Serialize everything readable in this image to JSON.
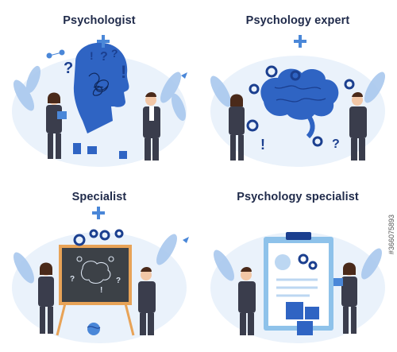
{
  "panels": [
    {
      "title": "Psychologist"
    },
    {
      "title": "Psychology expert"
    },
    {
      "title": "Specialist"
    },
    {
      "title": "Psychology specialist"
    }
  ],
  "stock_id": "#366075893",
  "colors": {
    "title": "#1f2a4a",
    "blue_dark": "#1b3f8f",
    "blue_mid": "#4a87d8",
    "blue_light": "#cfe3f7",
    "suit": "#3a3d4c",
    "board": "#3c4147",
    "frame": "#e8a357"
  }
}
